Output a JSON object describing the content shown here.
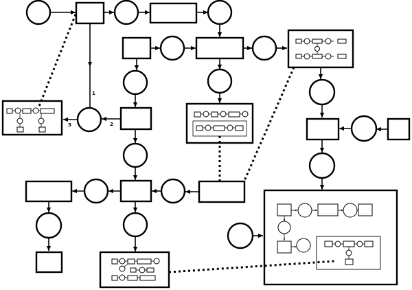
{
  "diagram": {
    "arc_labels": [
      "1",
      "2",
      "3"
    ]
  }
}
